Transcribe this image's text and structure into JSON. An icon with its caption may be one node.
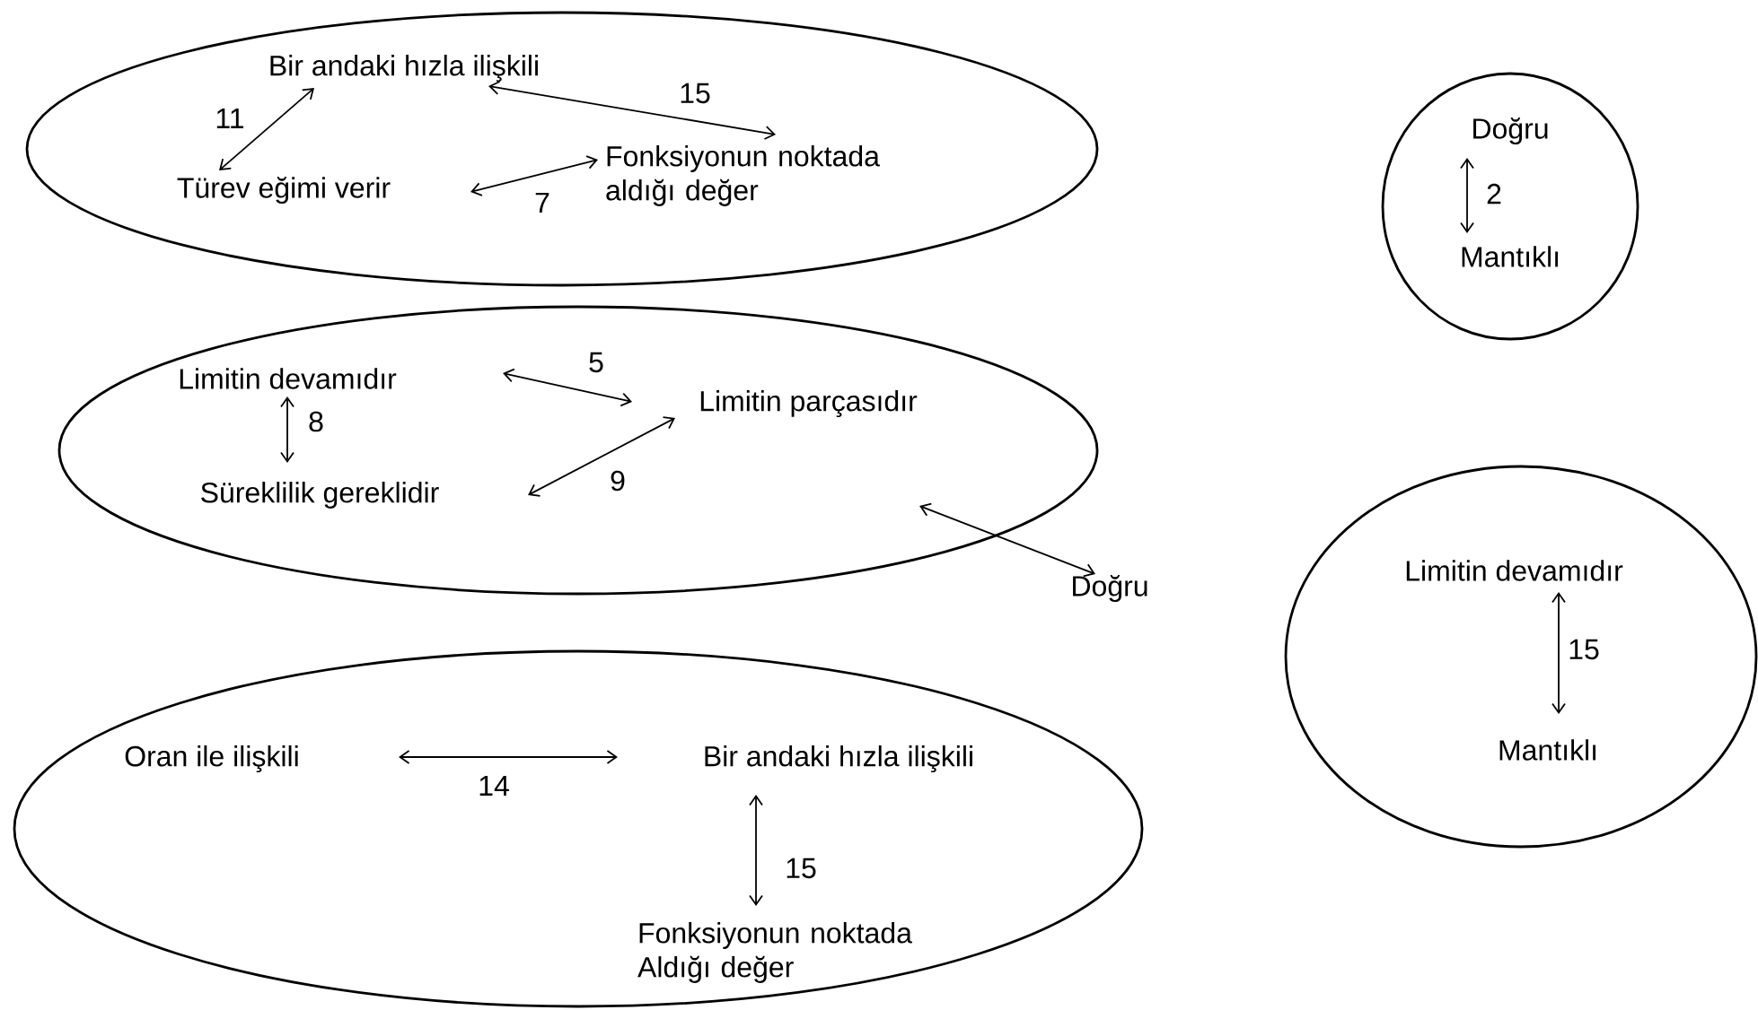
{
  "diagram": {
    "nodes": [
      {
        "text": [],
        "shape": "ellipse"
      },
      {
        "text": [
          "Bir andaki hızla ilişkili"
        ],
        "in": 0
      },
      {
        "text": [
          "Türev eğimi verir"
        ],
        "in": 0
      },
      {
        "text": [
          "Fonksiyonun noktada aldığı değer"
        ],
        "in": 0
      },
      {
        "text": [],
        "shape": "ellipse"
      },
      {
        "text": [
          "Doğru"
        ],
        "in": 4
      },
      {
        "text": [
          "Mantıklı"
        ],
        "in": 4
      },
      {
        "text": [],
        "shape": "ellipse"
      },
      {
        "text": [
          "Limitin devamıdır"
        ],
        "in": 7
      },
      {
        "text": [
          "Limitin parçasıdır"
        ],
        "in": 7
      },
      {
        "text": [
          "Süreklilik gereklidir"
        ],
        "in": 7
      },
      {
        "text": [
          "Doğru"
        ]
      },
      {
        "text": [],
        "shape": "ellipse"
      },
      {
        "text": [
          "Limitin devamıdır"
        ],
        "in": 12
      },
      {
        "text": [
          "Mantıklı"
        ],
        "in": 12
      },
      {
        "text": [],
        "shape": "ellipse"
      },
      {
        "text": [
          "Oran ile ilişkili"
        ],
        "in": 15
      },
      {
        "text": [
          "Bir andaki hızla ilişkili"
        ],
        "in": 15
      },
      {
        "text": [
          "Fonksiyonun noktada Aldığı değer"
        ],
        "in": 15
      }
    ],
    "edges": [
      {
        "from": 1,
        "to": 2,
        "arrow": "both",
        "label": "11"
      },
      {
        "from": 1,
        "to": 3,
        "arrow": "both",
        "label": "15"
      },
      {
        "from": 2,
        "to": 3,
        "arrow": "both",
        "label": "7"
      },
      {
        "from": 5,
        "to": 6,
        "arrow": "both",
        "label": "2"
      },
      {
        "from": 8,
        "to": 9,
        "arrow": "both",
        "label": "5"
      },
      {
        "from": 8,
        "to": 10,
        "arrow": "both",
        "label": "8"
      },
      {
        "from": 10,
        "to": 9,
        "arrow": "both",
        "label": "9"
      },
      {
        "from": 7,
        "to": 11,
        "arrow": "both"
      },
      {
        "from": 13,
        "to": 14,
        "arrow": "both",
        "label": "15"
      },
      {
        "from": 16,
        "to": 17,
        "arrow": "both",
        "label": "14"
      },
      {
        "from": 17,
        "to": 18,
        "arrow": "both",
        "label": "15"
      }
    ]
  }
}
